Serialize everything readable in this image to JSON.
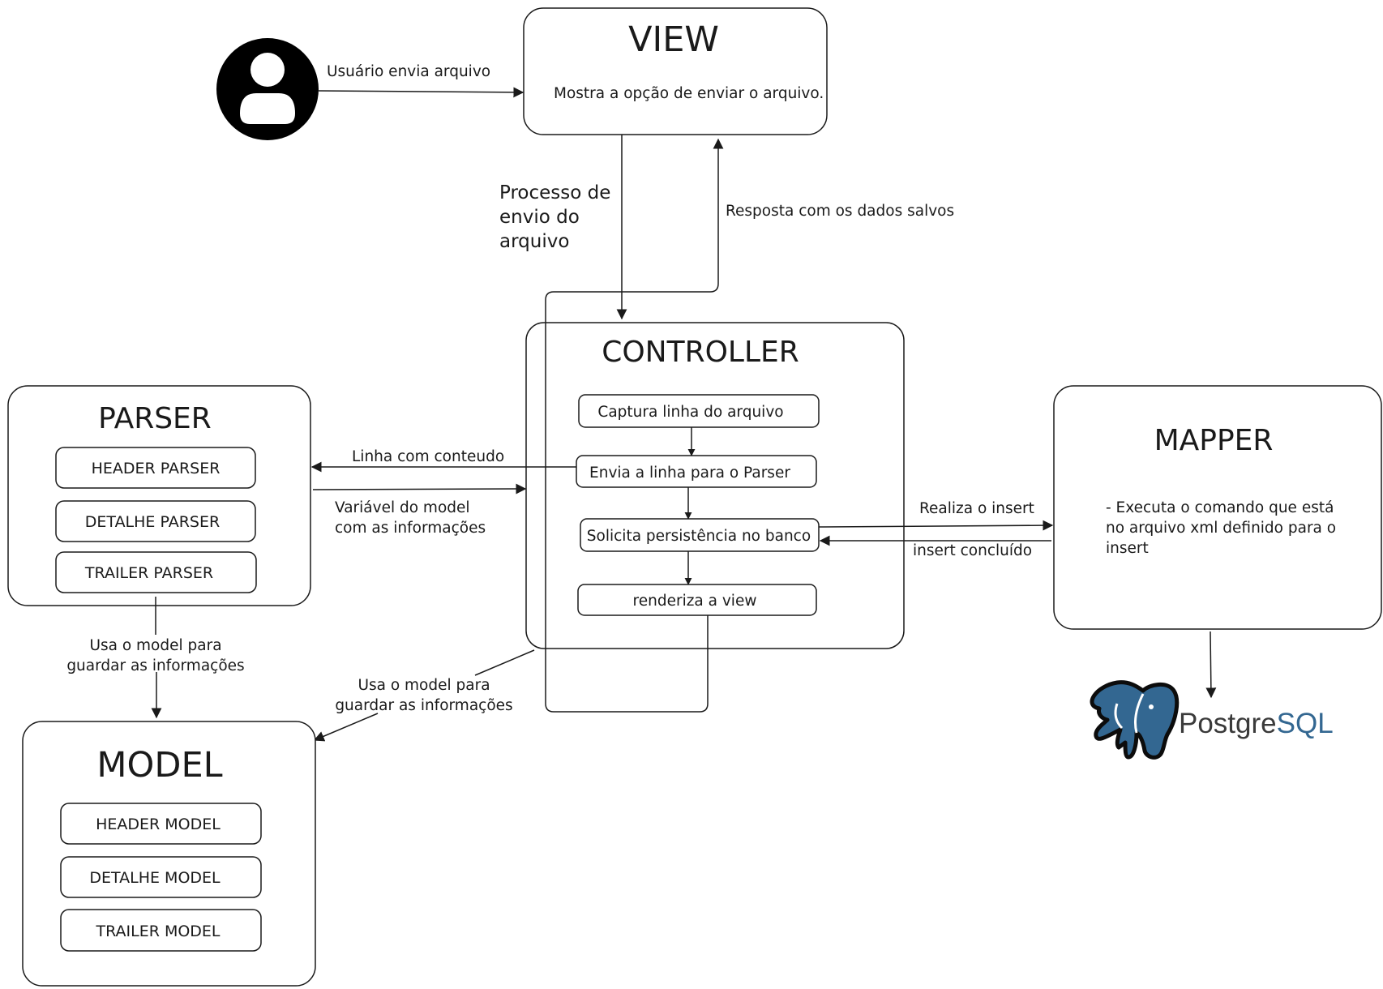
{
  "view": {
    "title": "VIEW",
    "description": "Mostra a opção de enviar o arquivo."
  },
  "user": {
    "icon": "user-icon",
    "arrow_label": "Usuário envia arquivo"
  },
  "flows": {
    "processo": [
      "Processo de",
      "envio do",
      "arquivo"
    ],
    "resposta": "Resposta com os dados salvos",
    "linha_conteudo": "Linha com conteudo",
    "variavel_model": [
      "Variável do model",
      "com as informações"
    ],
    "parser_to_model": [
      "Usa o model para",
      "guardar as informações"
    ],
    "controller_to_model": [
      "Usa o model para",
      "guardar as informações"
    ],
    "realiza_insert": "Realiza o insert",
    "insert_concluido": "insert concluído"
  },
  "controller": {
    "title": "CONTROLLER",
    "steps": [
      "Captura linha do arquivo",
      "Envia a linha para o Parser",
      "Solicita persistência no banco",
      "renderiza a view"
    ]
  },
  "parser": {
    "title": "PARSER",
    "items": [
      "HEADER PARSER",
      "DETALHE PARSER",
      "TRAILER PARSER"
    ]
  },
  "model": {
    "title": "MODEL",
    "items": [
      "HEADER MODEL",
      "DETALHE MODEL",
      "TRAILER MODEL"
    ]
  },
  "mapper": {
    "title": "MAPPER",
    "description": [
      "- Executa o comando que está",
      "no arquivo xml definido para o",
      "insert"
    ]
  },
  "database": {
    "icon": "postgresql-elephant-icon",
    "logo_text_1": "Postgre",
    "logo_text_2": "SQL",
    "colors": {
      "brand": "#336791",
      "text_dark": "#3a3a3a"
    }
  }
}
